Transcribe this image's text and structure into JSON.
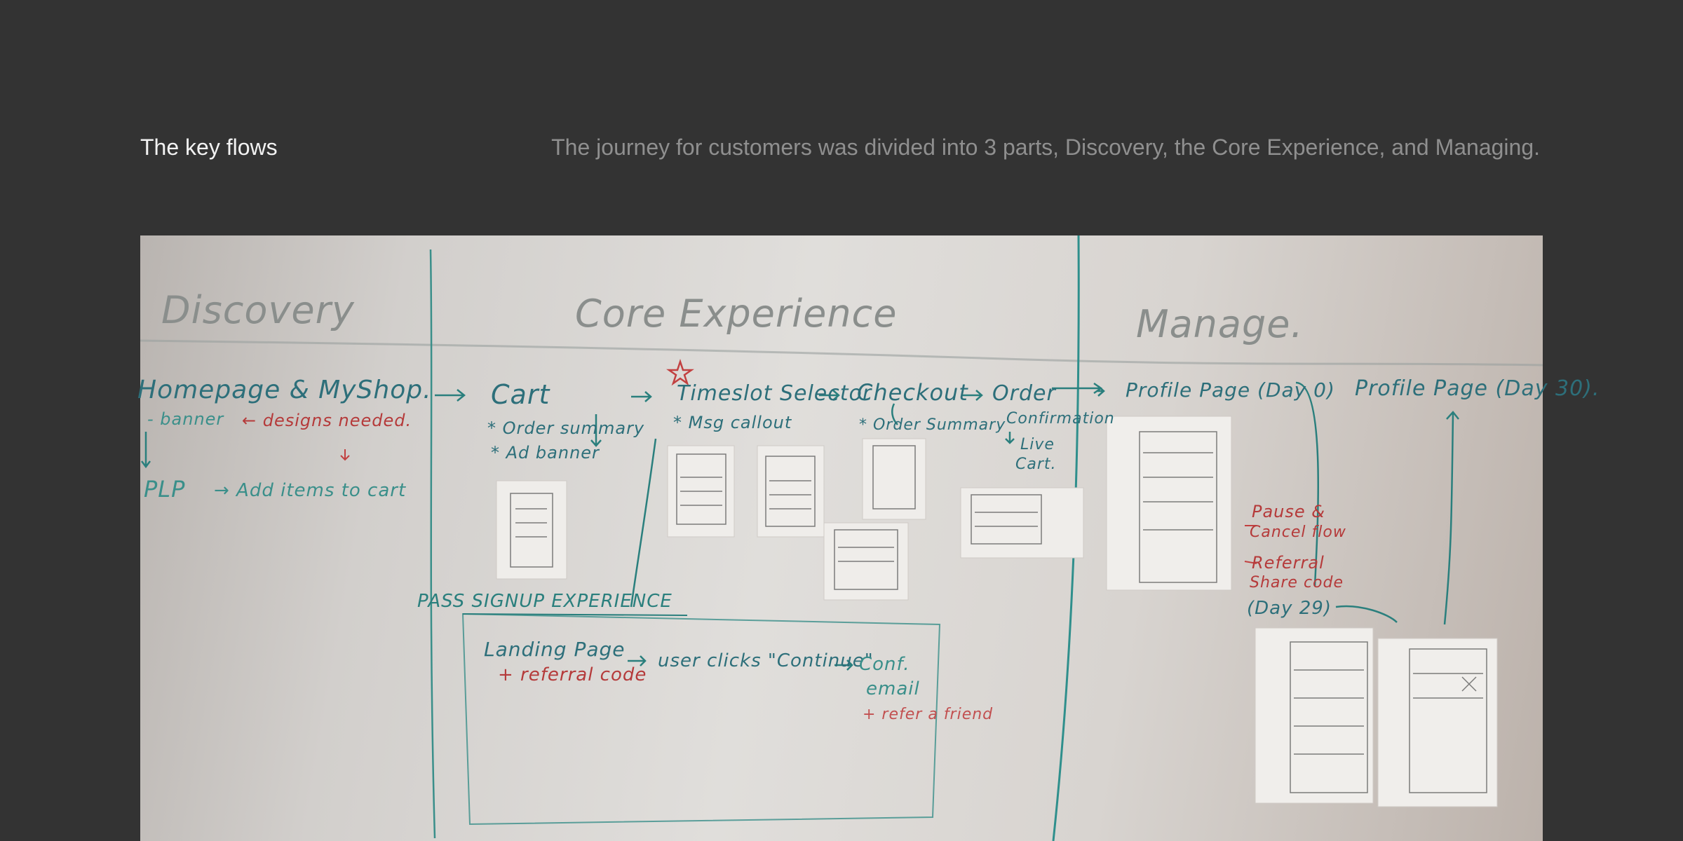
{
  "header": {
    "title": "The key flows",
    "description": "The journey for customers was divided into 3 parts, Discovery, the Core Experience, and Managing."
  },
  "whiteboard": {
    "headings": {
      "discovery": "Discovery",
      "core": "Core Experience",
      "manage": "Manage."
    },
    "discovery": {
      "homepage": "Homepage & MyShop.",
      "banner": "- banner",
      "designs_needed": "← designs needed.",
      "plp": "PLP",
      "add_items": "→ Add items to cart"
    },
    "core": {
      "cart": "Cart",
      "order_summary": "* Order summary",
      "ad_banner": "* Ad banner",
      "timeslot": "Timeslot Selector",
      "msg_callout": "* Msg callout",
      "checkout": "Checkout",
      "checkout_summary": "* Order Summary",
      "order": "Order",
      "confirmation": "Confirmation",
      "live": "Live",
      "cart_small": "Cart.",
      "pass_signup": "PASS SIGNUP EXPERIENCE",
      "landing": "Landing Page",
      "referral": "+ referral code",
      "user_clicks": "user clicks \"Continue\"",
      "conf": "Conf.",
      "email": "email",
      "refer": "+ refer a friend"
    },
    "manage": {
      "profile_day0": "Profile Page (Day 0)",
      "profile_day30": "Profile Page (Day 30).",
      "day29": "(Day 29)",
      "pause": "Pause &",
      "cancel": "Cancel flow",
      "referral": "Referral",
      "share": "Share code"
    },
    "colors": {
      "teal": "#2a7f7d",
      "red": "#b53a3a",
      "gray": "#7d8582"
    }
  }
}
